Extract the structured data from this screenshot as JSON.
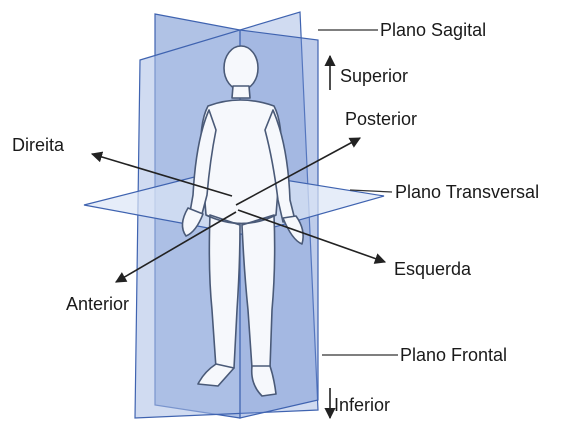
{
  "labels": {
    "sagittal_plane": "Plano Sagital",
    "superior": "Superior",
    "posterior": "Posterior",
    "right": "Direita",
    "transverse_plane": "Plano Transversal",
    "left": "Esquerda",
    "anterior": "Anterior",
    "frontal_plane": "Plano Frontal",
    "inferior": "Inferior"
  },
  "colors": {
    "sagittal_plane": "#6f8fd0",
    "frontal_plane": "#a9bde6",
    "transverse_plane": "#dbe6f6",
    "plane_edge": "#3f63b0",
    "body_outline": "#4a5a78",
    "body_fill": "#f6f8fc",
    "arrow": "#222222",
    "leader_line": "#333333"
  }
}
